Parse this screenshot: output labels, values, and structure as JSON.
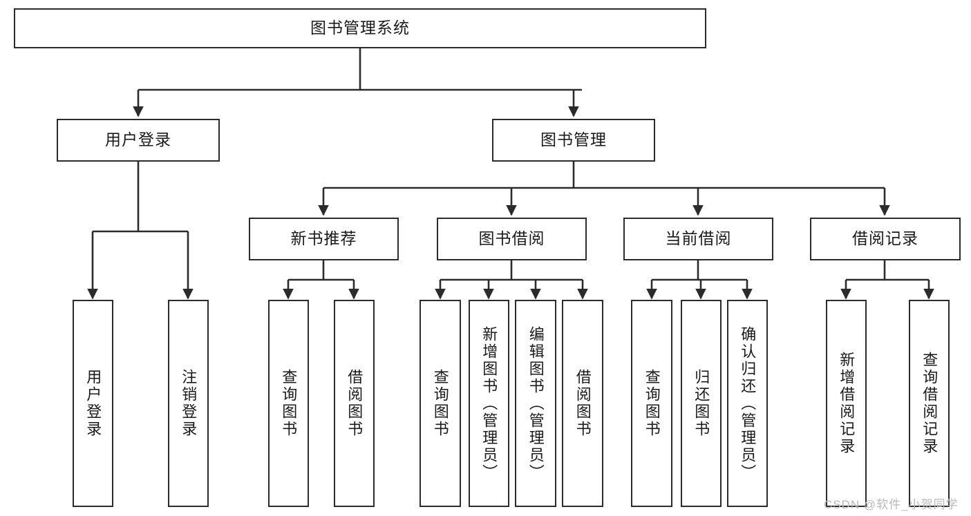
{
  "diagram": {
    "title": "图书管理系统",
    "type": "tree-hierarchy-chart",
    "orientation": "top-down",
    "colors": {
      "box_border": "#2b2b2b",
      "box_fill": "#ffffff",
      "edge": "#2b2b2b",
      "text": "#1a1a1a",
      "watermark": "#b9b9b9",
      "background": "#ffffff"
    }
  },
  "root": {
    "label": "图书管理系统"
  },
  "level1": [
    {
      "label": "用户登录"
    },
    {
      "label": "图书管理"
    }
  ],
  "level2": [
    {
      "label": "新书推荐"
    },
    {
      "label": "图书借阅"
    },
    {
      "label": "当前借阅"
    },
    {
      "label": "借阅记录"
    }
  ],
  "leaves": {
    "user_login": [
      {
        "label": "用户登录"
      },
      {
        "label": "注销登录"
      }
    ],
    "new_book_recommend": [
      {
        "label": "查询图书"
      },
      {
        "label": "借阅图书"
      }
    ],
    "book_borrow": [
      {
        "label": "查询图书"
      },
      {
        "label": "新增图书（管理员）"
      },
      {
        "label": "编辑图书（管理员）"
      },
      {
        "label": "借阅图书"
      }
    ],
    "current_borrow": [
      {
        "label": "查询图书"
      },
      {
        "label": "归还图书"
      },
      {
        "label": "确认归还（管理员）"
      }
    ],
    "borrow_record": [
      {
        "label": "新增借阅记录"
      },
      {
        "label": "查询借阅记录"
      }
    ]
  },
  "watermark": {
    "text": "CSDN @软件_小贺同学"
  }
}
